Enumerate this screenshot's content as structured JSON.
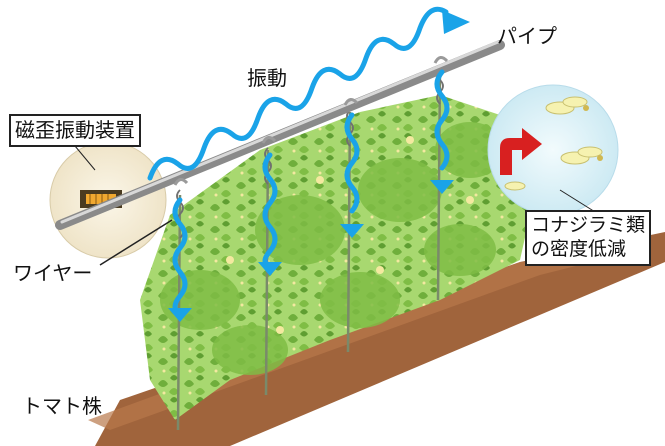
{
  "labels": {
    "pipe": "パイプ",
    "vibration": "振動",
    "device": "磁歪振動装置",
    "wire": "ワイヤー",
    "effect_line1": "コナジラミ類",
    "effect_line2": "の密度低減",
    "plant": "トマト株"
  },
  "colors": {
    "vibration_wave": "#1aa3e8",
    "pipe": "#9a9a9a",
    "soil": "#a0643c",
    "foliage": "#8cc850",
    "arrow_red": "#d82020",
    "bubble_left": "#f3ecd8",
    "bubble_right": "#dff2f8"
  },
  "icons": [
    "vibration-wave-icon",
    "red-arrow-icon",
    "whitefly-icon",
    "vibration-device-icon"
  ]
}
